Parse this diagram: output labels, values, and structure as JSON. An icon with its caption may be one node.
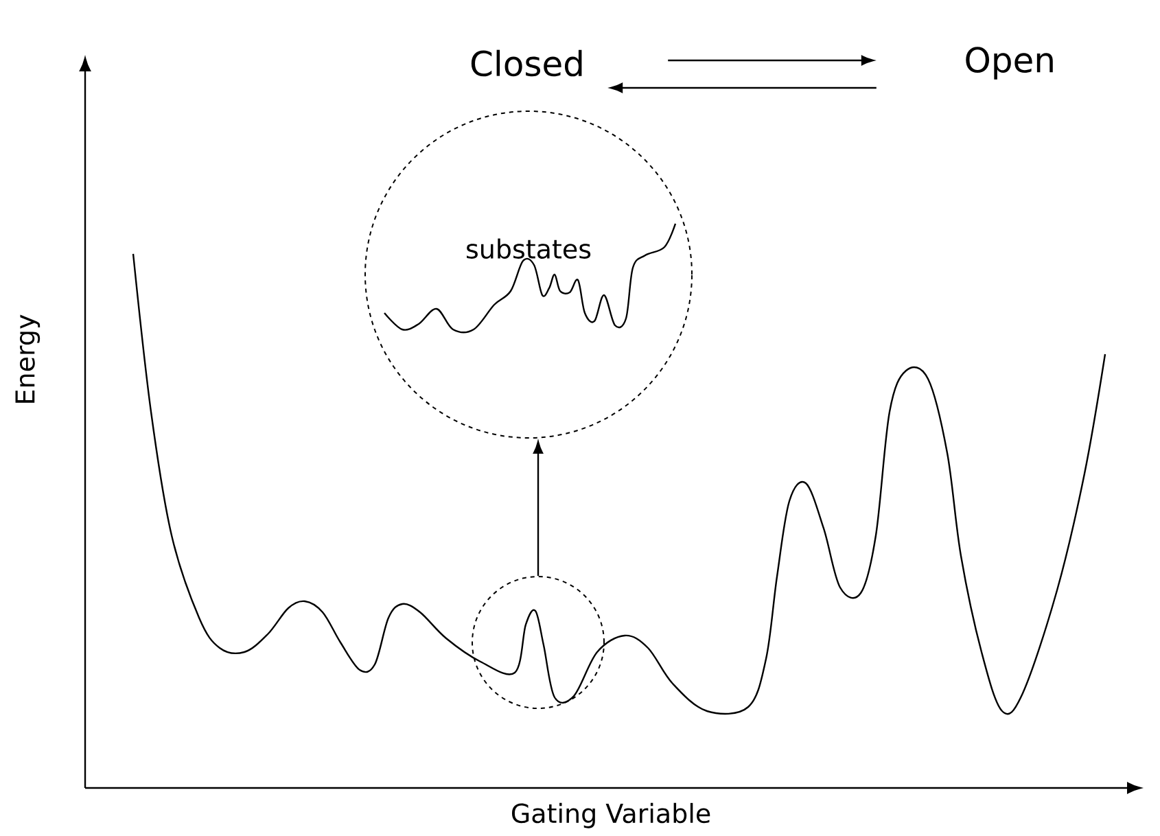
{
  "diagram": {
    "nodes": [
      {
        "text": [
          "Closed"
        ]
      },
      {
        "text": [
          "Open"
        ]
      },
      {
        "text": [],
        "shape": "circle"
      },
      {
        "text": [
          "substates"
        ]
      }
    ],
    "edges": [
      {
        "from": 0,
        "to": 1,
        "arrow": "to"
      },
      {
        "from": 1,
        "to": 0,
        "arrow": "to"
      },
      {
        "from": 2,
        "to": 3,
        "arrow": "to"
      }
    ],
    "labels": [
      "Energy",
      "Gating Variable"
    ]
  }
}
